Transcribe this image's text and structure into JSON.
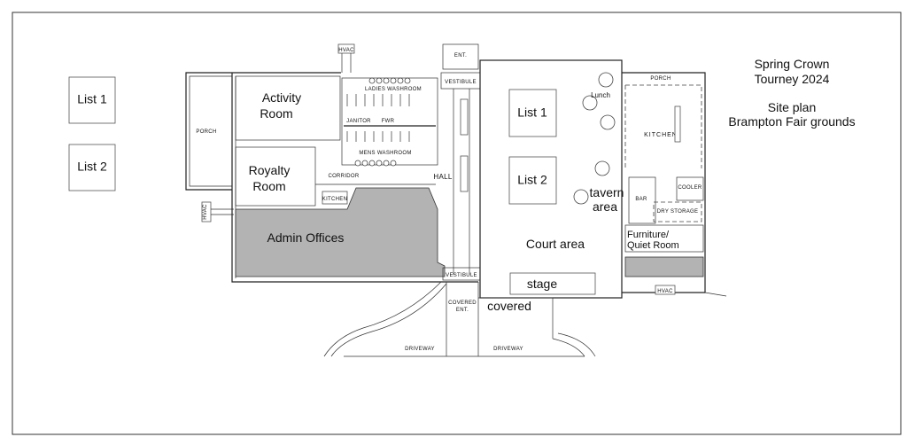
{
  "title_block": {
    "line1": "Spring Crown",
    "line2": "Tourney 2024",
    "line3": "Site plan",
    "line4": "Brampton Fair grounds"
  },
  "legend": {
    "list1": "List 1",
    "list2": "List 2"
  },
  "rooms": {
    "activity_1": "Activity",
    "activity_2": "Room",
    "royalty_1": "Royalty",
    "royalty_2": "Room",
    "admin": "Admin Offices",
    "list1": "List 1",
    "list2": "List 2",
    "court": "Court area",
    "stage": "stage",
    "covered": "covered",
    "tavern_1": "tavern",
    "tavern_2": "area",
    "lunch": "Lunch",
    "furniture_1": "Furniture/",
    "furniture_2": "Quiet Room"
  },
  "plan_labels": {
    "porch_left": "PORCH",
    "porch_right": "PORCH",
    "hvac_top": "HVAC",
    "hvac_left": "HVAC",
    "hvac_bottom": "HVAC",
    "ent": "ENT.",
    "vestibule_top": "VESTIBULE",
    "vestibule_bottom": "VESTIBULE",
    "ladies": "LADIES WASHROOM",
    "janitor": "JANITOR",
    "fwr": "FWR",
    "mens": "MENS WASHROOM",
    "corridor": "CORRIDOR",
    "kitchen_small": "KITCHEN",
    "hall": "HALL",
    "kitchen": "KITCHEN",
    "bar": "BAR",
    "cooler": "COOLER",
    "dry_storage": "DRY STORAGE",
    "covered_ent_1": "COVERED",
    "covered_ent_2": "ENT.",
    "driveway_left": "DRIVEWAY",
    "driveway_right": "DRIVEWAY"
  }
}
